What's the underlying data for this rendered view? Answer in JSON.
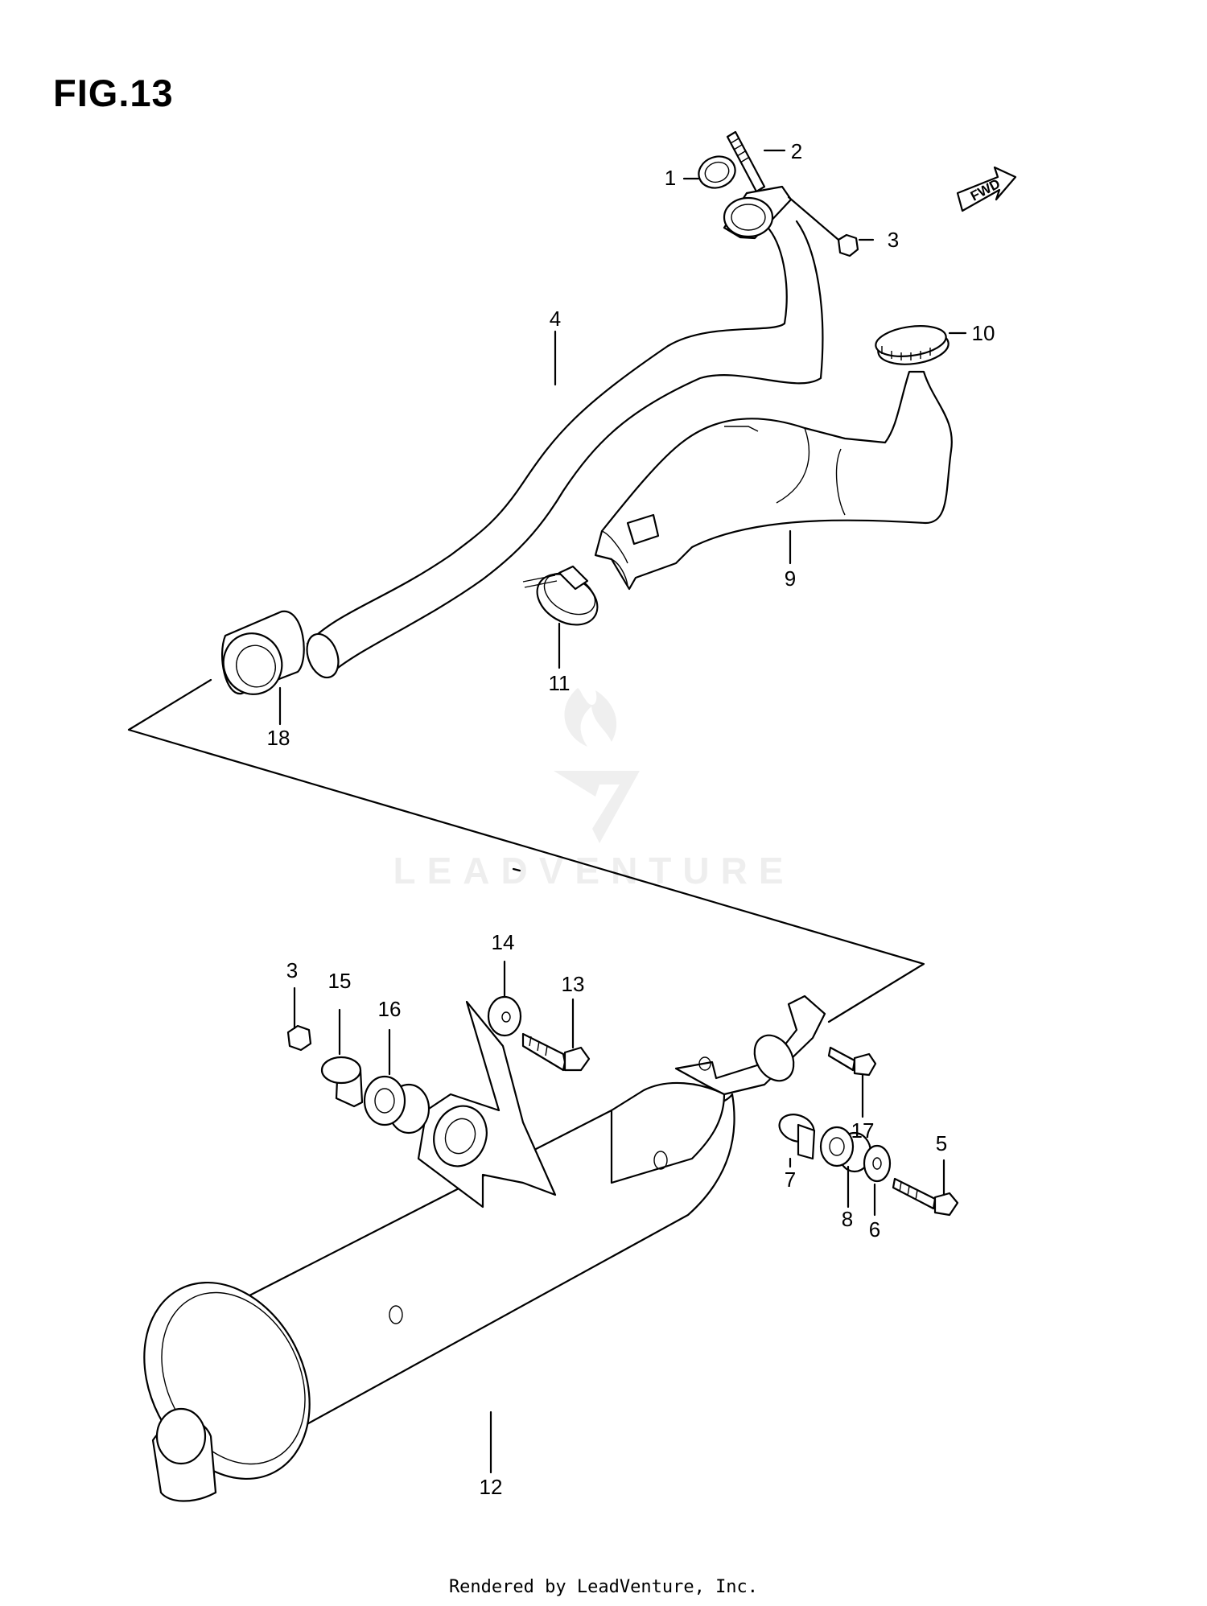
{
  "figure": {
    "title": "FIG.13"
  },
  "fwd_indicator": {
    "text": "FWD",
    "icon": "fwd-arrow-icon"
  },
  "callouts": [
    "1",
    "2",
    "3",
    "4",
    "10",
    "9",
    "11",
    "18",
    "14",
    "13",
    "3",
    "15",
    "16",
    "17",
    "5",
    "7",
    "8",
    "6",
    "12"
  ],
  "watermark": {
    "text": "LEADVENTURE",
    "icon": "leadventure-logo-icon"
  },
  "footer": {
    "text": "Rendered by LeadVenture, Inc."
  }
}
